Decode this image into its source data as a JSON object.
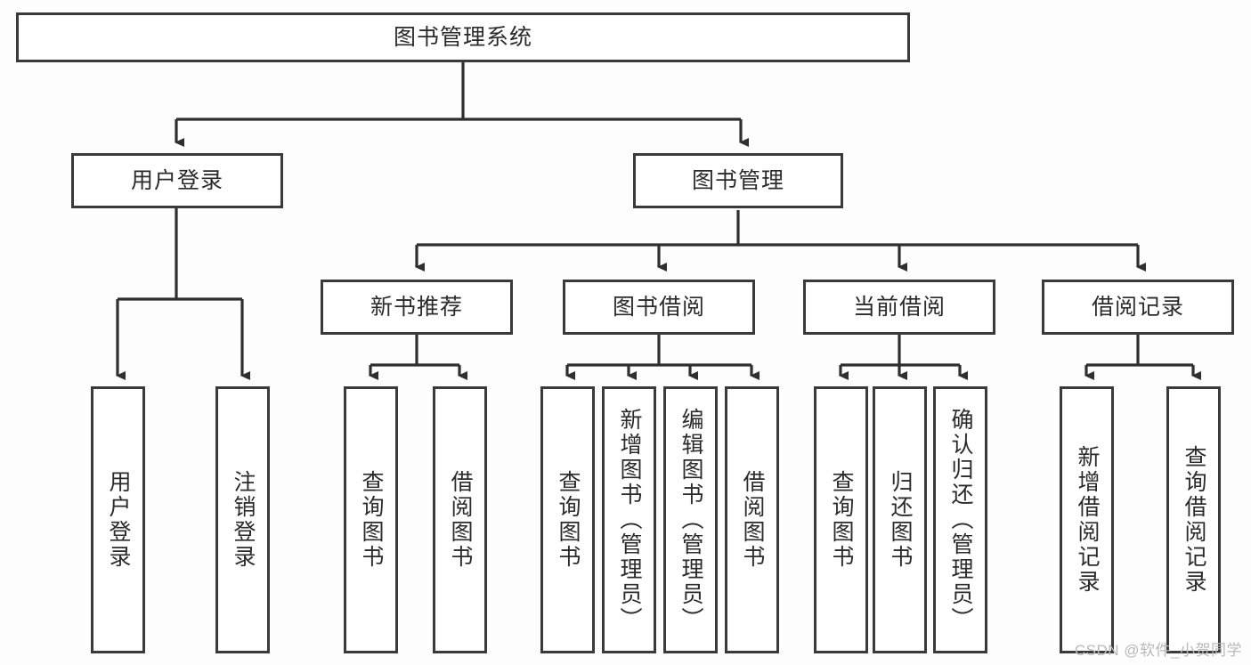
{
  "diagram": {
    "title": "图书管理系统",
    "type": "hierarchy-tree",
    "watermark": "CSDN @软件_小贺同学",
    "colors": {
      "box_border": "#3a3a3a",
      "box_fill": "#ffffff",
      "text": "#2b2b2b",
      "connector": "#2f2f2f",
      "watermark": "#b9b9b9",
      "background": "#fdfdfd"
    },
    "levels": {
      "level1": [
        {
          "id": "root",
          "label": "图书管理系统"
        }
      ],
      "level2": [
        {
          "id": "user-login",
          "label": "用户登录"
        },
        {
          "id": "book-manage",
          "label": "图书管理"
        }
      ],
      "level3": [
        {
          "id": "new-book-recommend",
          "label": "新书推荐"
        },
        {
          "id": "book-borrow",
          "label": "图书借阅"
        },
        {
          "id": "current-borrow",
          "label": "当前借阅"
        },
        {
          "id": "borrow-record",
          "label": "借阅记录"
        }
      ],
      "level4": [
        {
          "id": "leaf-user-login",
          "label": "用户登录",
          "parent": "user-login"
        },
        {
          "id": "leaf-logout-login",
          "label": "注销登录",
          "parent": "user-login"
        },
        {
          "id": "leaf-query-book-1",
          "label": "查询图书",
          "parent": "new-book-recommend"
        },
        {
          "id": "leaf-borrow-book-1",
          "label": "借阅图书",
          "parent": "new-book-recommend"
        },
        {
          "id": "leaf-query-book-2",
          "label": "查询图书",
          "parent": "book-borrow"
        },
        {
          "id": "leaf-add-book",
          "label": "新增图书（管理员）",
          "parent": "book-borrow"
        },
        {
          "id": "leaf-edit-book",
          "label": "编辑图书（管理员）",
          "parent": "book-borrow"
        },
        {
          "id": "leaf-borrow-book-2",
          "label": "借阅图书",
          "parent": "book-borrow"
        },
        {
          "id": "leaf-query-book-3",
          "label": "查询图书",
          "parent": "current-borrow"
        },
        {
          "id": "leaf-return-book",
          "label": "归还图书",
          "parent": "current-borrow"
        },
        {
          "id": "leaf-confirm-return",
          "label": "确认归还（管理员）",
          "parent": "current-borrow"
        },
        {
          "id": "leaf-add-record",
          "label": "新增借阅记录",
          "parent": "borrow-record"
        },
        {
          "id": "leaf-query-record",
          "label": "查询借阅记录",
          "parent": "borrow-record"
        }
      ]
    }
  }
}
